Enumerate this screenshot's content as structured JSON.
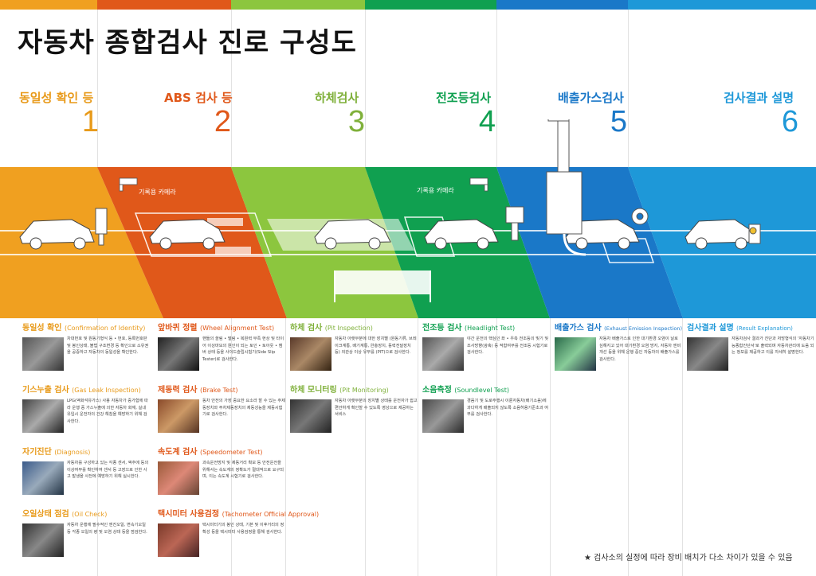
{
  "page_title": "자동차 종합검사 진로 구성도",
  "colors": {
    "orange": "#f0a020",
    "red_orange": "#e0581a",
    "lime": "#8cc63e",
    "green": "#10a050",
    "blue": "#1a78c8",
    "sky": "#1e98d8"
  },
  "stages": [
    {
      "label": "동일성 확인 등",
      "num": "1",
      "color": "#e89a1a"
    },
    {
      "label": "ABS 검사 등",
      "num": "2",
      "color": "#e0581a"
    },
    {
      "label": "하체검사",
      "num": "3",
      "color": "#7fb03a"
    },
    {
      "label": "전조등검사",
      "num": "4",
      "color": "#10a050"
    },
    {
      "label": "배출가스검사",
      "num": "5",
      "color": "#1a78c8"
    },
    {
      "label": "검사결과 설명",
      "num": "6",
      "color": "#1e98d8"
    }
  ],
  "camera_labels": [
    "기록용 카메라",
    "기록용 카메라"
  ],
  "cards": [
    {
      "title": "동일성 확인",
      "en": "(Confirmation of Identity)",
      "color": "#e89a1a",
      "text": "차대번호 및 원동기형식 등 • 번호, 등록번호판 및 봉인상태, 불법 구조변경 등 확인으로 소유권을 공증하고 자동차의 동일성을 확인한다."
    },
    {
      "title": "기스누출 검사",
      "en": "(Gas Leak Inspection)",
      "color": "#e89a1a",
      "text": "LPG(액화석유가스) 사용 자동차가 증가함에 따라 운행 중 가스누출에 의한 자동차 화재, 실내 유입시 운전자의 건강 해침을 예방하기 위해 검사한다."
    },
    {
      "title": "자기진단",
      "en": "(Diagnosis)",
      "color": "#e89a1a",
      "text": "자동차를 구성하고 있는 각종 센서, 액추에 등의 이상여부를 확인하여 센서 등 고장으로 인한 사고 발생을 사전에 예방하기 위해 실시한다."
    },
    {
      "title": "오일상태 점검",
      "en": "(Oil Check)",
      "color": "#e89a1a",
      "text": "자동차 운행에 필수적인 엔진오일, 변속기오일 등 각종 오일의 량 및 오염 상태 등을 점검한다."
    },
    {
      "title": "앞바퀴 정렬",
      "en": "(Wheel Alignment Test)",
      "color": "#e0581a",
      "text": "핸들의 쏠림 • 떨림 • 복원력 부족 현상 및 타이어 이상마모의 원인이 되는 토인 • 토아웃 • 캠버 상태 등을 사이드슬립시험기(Side Slip Tester)로 검사한다."
    },
    {
      "title": "제동력 검사",
      "en": "(Brake Test)",
      "color": "#e0581a",
      "text": "동차 안전의 가장 중요한 요소라 할 수 있는 주제동장치와 주차제동장치의 제동성능을 제동시험기로 검사한다."
    },
    {
      "title": "속도계 검사",
      "en": "(Speedometer Test)",
      "color": "#e0581a",
      "text": "과속운전방지 및 제동거리 확보 등 안전운전을 위해서는 속도계의 정확도가 절대적으로 요구되며, 이는 속도계 시험기로 검사한다."
    },
    {
      "title": "택시미터 사용검정",
      "en": "(Tachometer Official Approval)",
      "color": "#e0581a",
      "text": "택시미터기의 봉인 상태, 기본 및 이후거리의 정확성 등을 택시미터 사용검정을 통해 검사한다."
    },
    {
      "title": "하체 검사",
      "en": "(Pit Inspection)",
      "color": "#7fb03a",
      "text": "자동차 아랫부분에 대한 장치별 (원동기류, 브레이크계통, 배기계통, 완충장치, 동력전달장치 등) 외관상 이상 유무를 (PIT)으로 검사한다."
    },
    {
      "title": "하체 모니터링",
      "en": "(Pit Monitoring)",
      "color": "#7fb03a",
      "text": "자동차 아랫부분의 장치별 상태를 운전자가 쉽고 편안하게 확인할 수 있도록 영상으로 제공하는 서비스"
    },
    {
      "title": "전조등 검사",
      "en": "(Headlight Test)",
      "color": "#10a050",
      "text": "야간 운전의 핵심인 좌 • 우측 전조등의 빛기 및 조사방향(광축) 등 적합여부를 전조등 시험기로 검사한다."
    },
    {
      "title": "소음측정",
      "en": "(Soundlevel Test)",
      "color": "#10a050",
      "text": "경음기 및 도로주행시 이륜자동차(배기소음)에 과다하게 배출되지 않도록 소음허용기준초과 여부를 검사한다."
    },
    {
      "title": "배출가스 검사",
      "en": "(Exhaust Emission Inspection)",
      "color": "#1a78c8",
      "text": "자동차 배출가스로 인한 대기환경 오염이 날로 심해지고 있어 대기환경 오염 방지, 자동차 엔비개선 등을 위해 운행 중인 자동차의 배출가스를 검사한다."
    },
    {
      "title": "검사결과 설명",
      "en": "(Result Explanation)",
      "color": "#1e98d8",
      "text": "자동차검사 결과가 진단과 처방형식의 '자동차기능종합진단서'로 출력되며 자동차관리에 도움 되는 정보를 제공하고 이를 자세히 설명한다."
    }
  ],
  "footnote": "★ 검사소의 실정에 따라 장비 배치가 다소 차이가 있을 수 있음"
}
